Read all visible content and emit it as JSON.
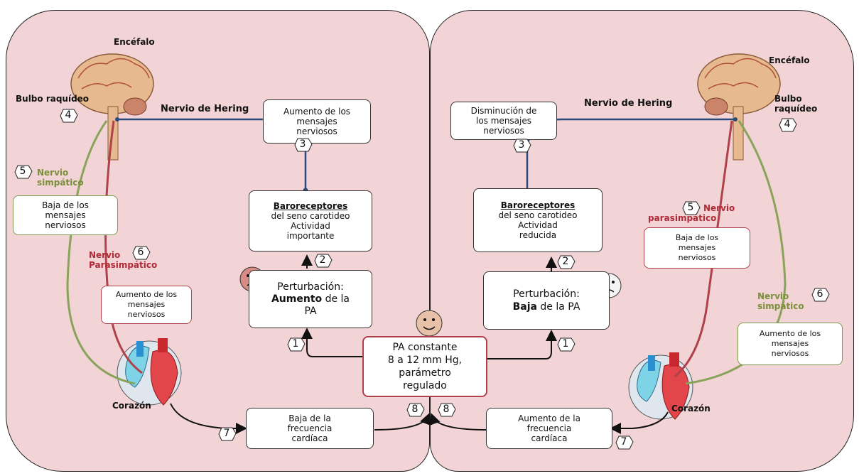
{
  "left": {
    "encefalo": "Encéfalo",
    "bulbo": "Bulbo raquídeo",
    "hering": "Nervio de Hering",
    "box3": [
      "Aumento de los",
      "mensajes",
      "nerviosos"
    ],
    "baro_title": "Baroreceptores",
    "baro_lines": [
      "del seno carotideo",
      "Actividad",
      "importante"
    ],
    "pert_line1": "Perturbación:",
    "pert_bold": "Aumento",
    "pert_rest": " de la",
    "pert_line3": "PA",
    "nerve5": [
      "Nervio",
      "simpático"
    ],
    "box5": [
      "Baja de los",
      "mensajes",
      "nerviosos"
    ],
    "nerve6": [
      "Nervio",
      "Parasimpático"
    ],
    "box6": [
      "Aumento de los",
      "mensajes",
      "nerviosos"
    ],
    "corazon": "Corazón",
    "box7": [
      "Baja de la",
      "frecuencia",
      "cardíaca"
    ]
  },
  "center": {
    "box": [
      "PA constante",
      "8 a 12 mm Hg,",
      "parámetro",
      "regulado"
    ]
  },
  "right": {
    "encefalo": "Encéfalo",
    "bulbo": [
      "Bulbo",
      "raquídeo"
    ],
    "hering": "Nervio de Hering",
    "box3": [
      "Disminución de",
      "los mensajes",
      "nerviosos"
    ],
    "baro_title": "Baroreceptores",
    "baro_lines": [
      "del seno carotideo",
      "Actividad",
      "reducida"
    ],
    "pert_line1": "Perturbación:",
    "pert_bold": "Baja",
    "pert_rest": " de la PA",
    "nerve5": [
      "Nervio",
      "parasimpático"
    ],
    "box5": [
      "Baja de los",
      "mensajes",
      "nerviosos"
    ],
    "nerve6": [
      "Nervio",
      "simpático"
    ],
    "box6": [
      "Aumento de los",
      "mensajes",
      "nerviosos"
    ],
    "corazon": "Corazón",
    "box7": [
      "Aumento de la",
      "frecuencia",
      "cardíaca"
    ]
  },
  "numbers": {
    "n1": "1",
    "n2": "2",
    "n3": "3",
    "n4": "4",
    "n5": "5",
    "n6": "6",
    "n7": "7",
    "n8": "8"
  },
  "colors": {
    "panel": "#f2d4d6",
    "hering_nerve": "#2a4a7a",
    "sympathetic": "#8aa35a",
    "parasympathetic": "#b0414a"
  }
}
